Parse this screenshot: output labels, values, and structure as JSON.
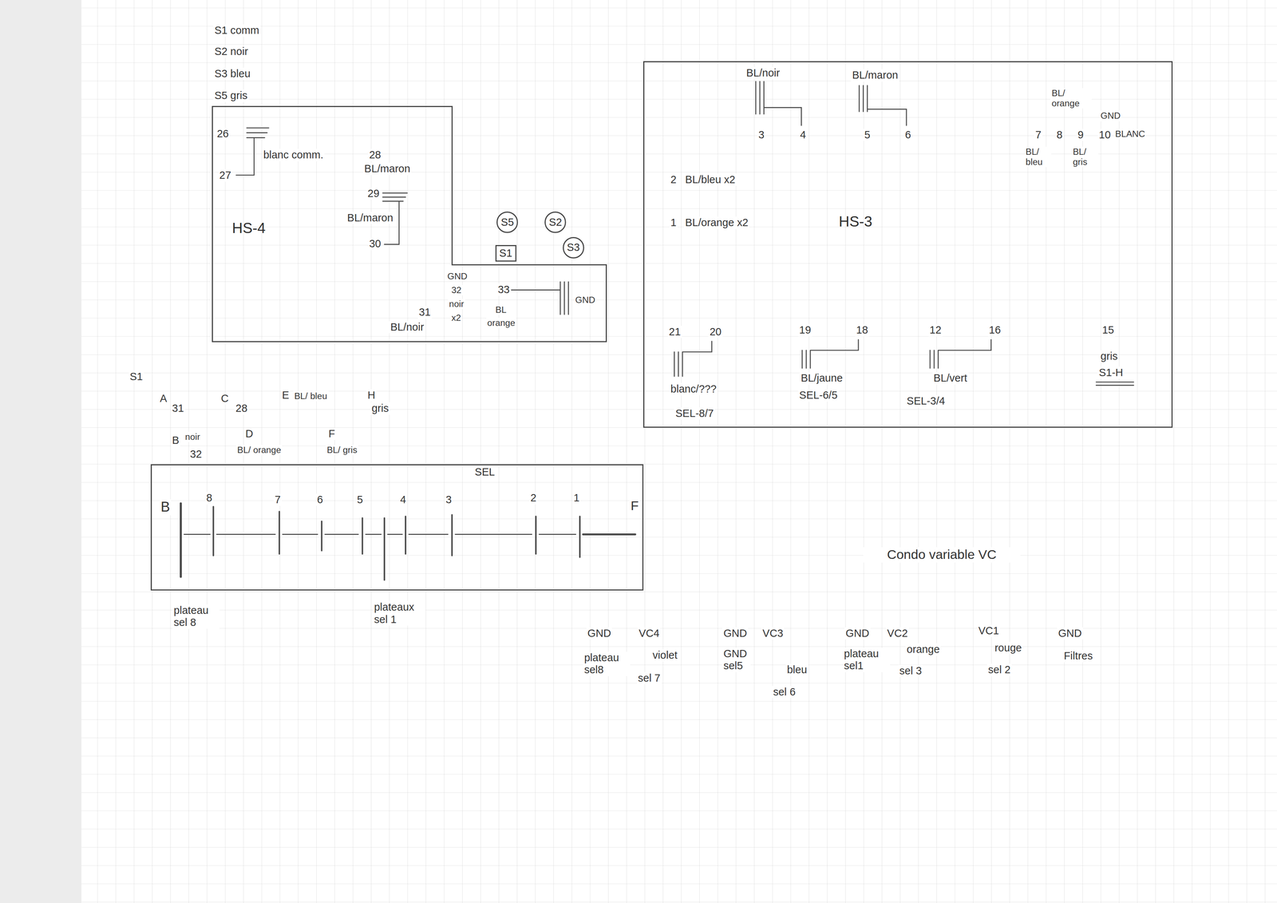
{
  "diagram": {
    "nodes": [
      {
        "text": [
          "HS-4"
        ]
      },
      {
        "text": [
          "S5"
        ]
      },
      {
        "text": [
          "S2"
        ]
      },
      {
        "text": [
          "S1"
        ]
      },
      {
        "text": [
          "S3"
        ]
      },
      {
        "text": [
          "HS-3"
        ]
      },
      {
        "text": [
          "SEL"
        ]
      }
    ],
    "labels": [
      "S1 comm",
      "S2 noir",
      "S3 bleu",
      "S5 gris",
      "26",
      "blanc comm.",
      "27",
      "28",
      "BL/maron",
      "29",
      "BL/maron",
      "30",
      "31",
      "BL/noir",
      "GND",
      "32",
      "noir",
      "x2",
      "33",
      "BL",
      "orange",
      "GND",
      "BL/noir",
      "3",
      "4",
      "BL/maron",
      "5",
      "6",
      "BL/ orange",
      "7",
      "8",
      "9",
      "GND",
      "10",
      "BLANC",
      "BL/ bleu",
      "BL/ gris",
      "2",
      "BL/bleu x2",
      "1",
      "BL/orange x2",
      "21",
      "20",
      "blanc/???",
      "SEL-8/7",
      "19",
      "18",
      "BL/jaune",
      "SEL-6/5",
      "12",
      "16",
      "BL/vert",
      "SEL-3/4",
      "15",
      "gris",
      "S1-H",
      "S1",
      "A",
      "31",
      "C",
      "28",
      "E",
      "BL/ bleu",
      "H",
      "gris",
      "B",
      "noir",
      "32",
      "D",
      "BL/ orange",
      "F",
      "BL/ gris",
      "B",
      "8",
      "7",
      "6",
      "5",
      "4",
      "3",
      "2",
      "1",
      "F",
      "plateau sel 8",
      "plateaux sel 1",
      "Condo variable VC",
      "GND",
      "VC4",
      "GND",
      "VC3",
      "GND",
      "VC2",
      "VC1",
      "GND",
      "plateau sel8",
      "violet",
      "sel 7",
      "GND sel5",
      "bleu",
      "sel 6",
      "plateau sel1",
      "orange",
      "sel 3",
      "rouge",
      "sel 2",
      "Filtres"
    ]
  }
}
